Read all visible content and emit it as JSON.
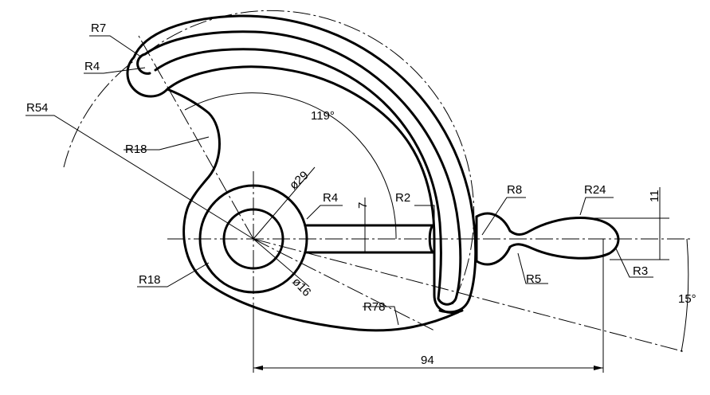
{
  "labels": {
    "r7": "R7",
    "r4_top": "R4",
    "r54": "R54",
    "r18_upper": "R18",
    "angle_119": "119°",
    "d29": "ø29",
    "r4_slot": "R4",
    "r2": "R2",
    "dim_7": "7",
    "r8": "R8",
    "r24": "R24",
    "dim_11": "11",
    "r18_lower": "R18",
    "d16": "ø16",
    "r5": "R5",
    "r3": "R3",
    "angle_15": "15°",
    "r78": "R78",
    "dim_94": "94"
  }
}
